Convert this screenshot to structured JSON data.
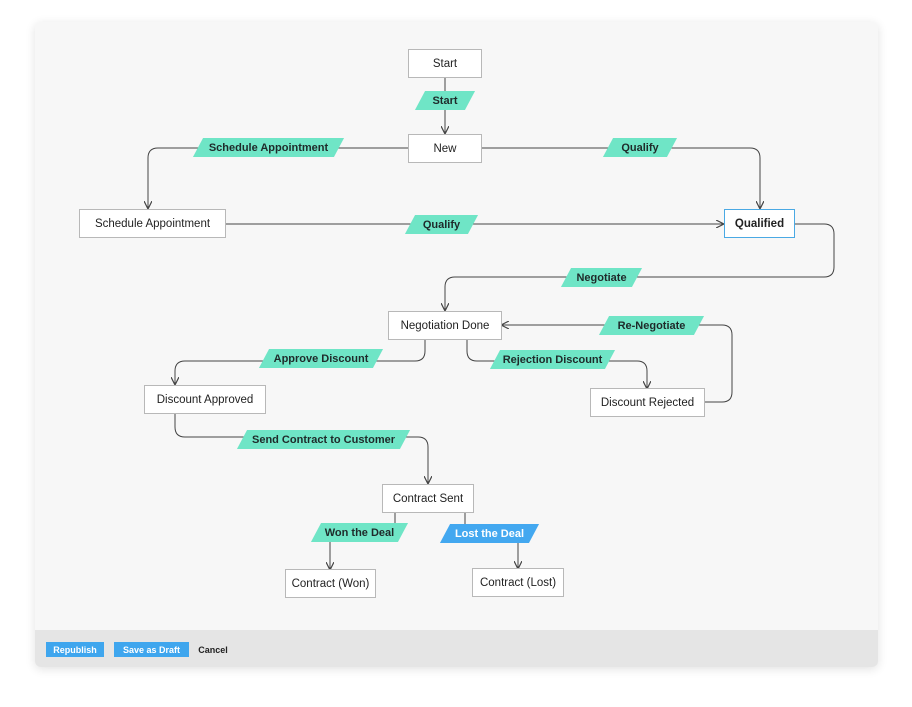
{
  "states": {
    "start": "Start",
    "new": "New",
    "schedule_appointment": "Schedule Appointment",
    "qualified": "Qualified",
    "negotiation_done": "Negotiation Done",
    "discount_approved": "Discount Approved",
    "discount_rejected": "Discount Rejected",
    "contract_sent": "Contract Sent",
    "contract_won": "Contract (Won)",
    "contract_lost": "Contract (Lost)"
  },
  "transitions": {
    "start": "Start",
    "schedule_appointment": "Schedule Appointment",
    "qualify_from_new": "Qualify",
    "qualify_from_schedule": "Qualify",
    "negotiate": "Negotiate",
    "re_negotiate": "Re-Negotiate",
    "approve_discount": "Approve Discount",
    "rejection_discount": "Rejection Discount",
    "send_contract": "Send Contract to Customer",
    "won_the_deal": "Won the Deal",
    "lost_the_deal": "Lost the Deal"
  },
  "colors": {
    "transition": "#6fe5c6",
    "transition_lost": "#43a8f0",
    "selected_border": "#4aa9e4",
    "button_primary": "#3fa6ee"
  },
  "footer": {
    "republish": "Republish",
    "save_as_draft": "Save as Draft",
    "cancel": "Cancel"
  }
}
